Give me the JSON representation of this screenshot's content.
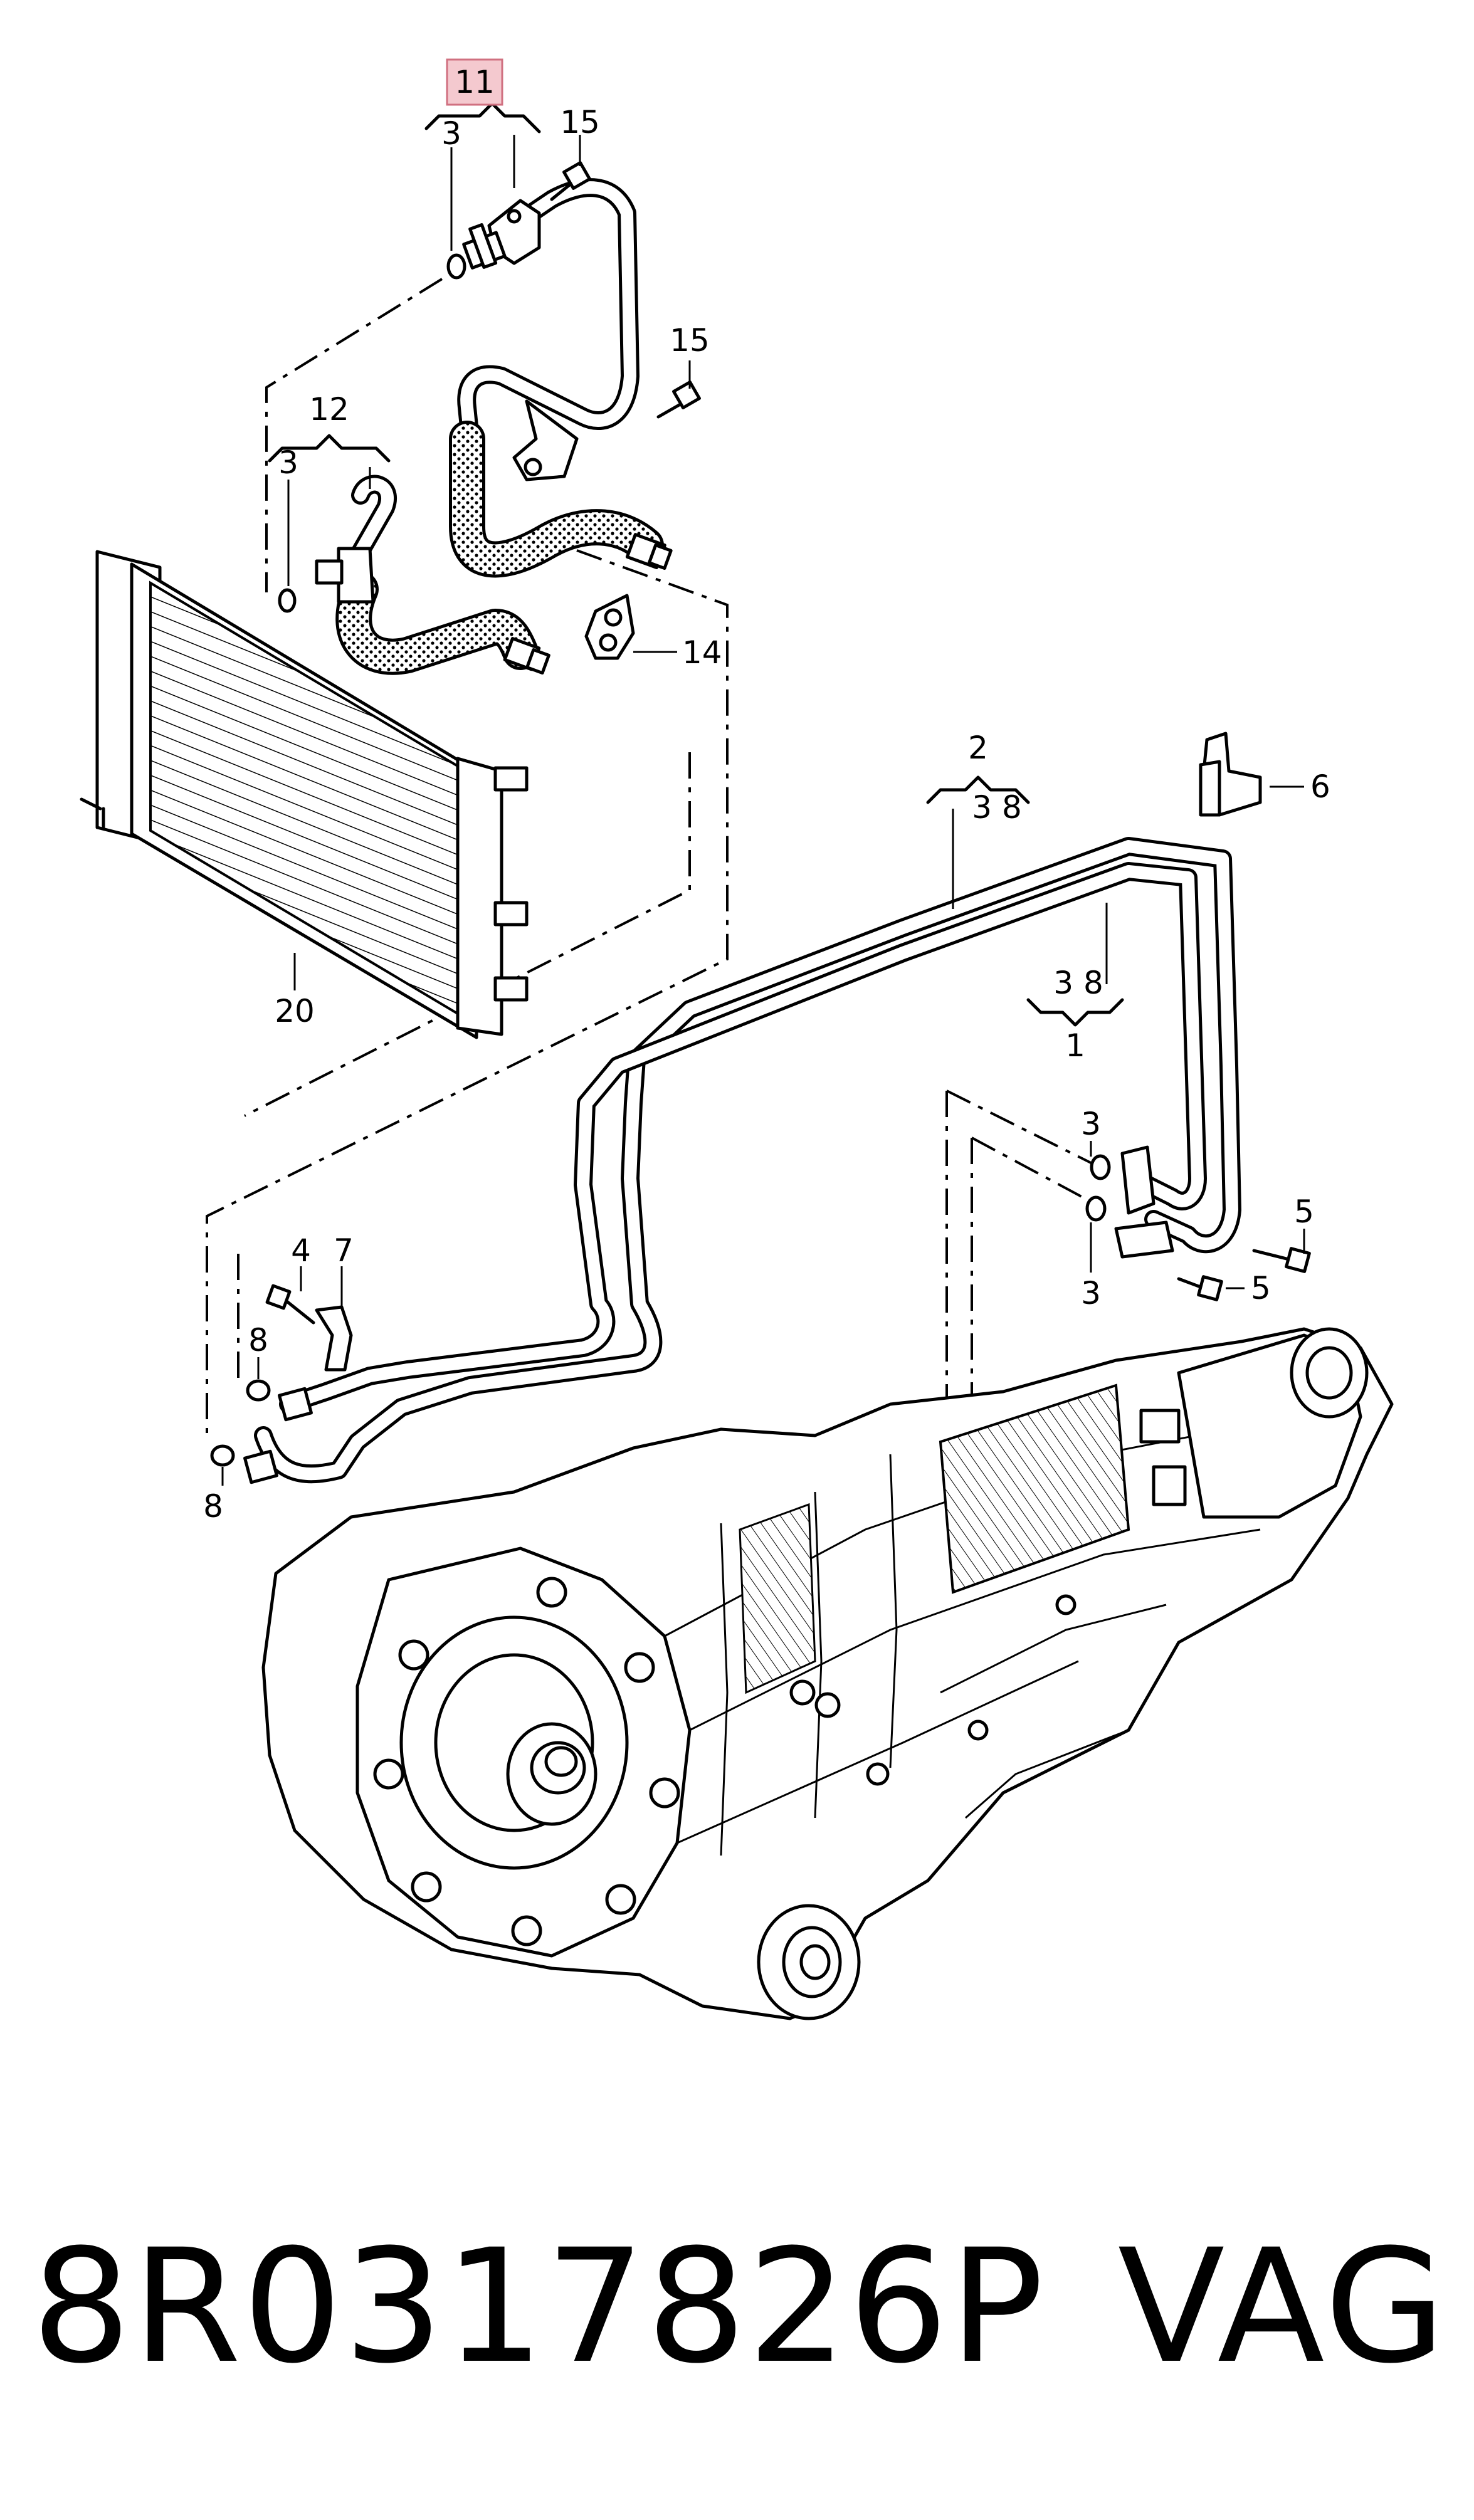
{
  "callouts": {
    "c11": "11",
    "c3_top": "3",
    "c15_a": "15",
    "c15_b": "15",
    "c12": "12",
    "c3_mid": "3",
    "c14": "14",
    "c20": "20",
    "c2": "2",
    "c2_sub": "3 8",
    "c6": "6",
    "c1_sub": "3 8",
    "c1": "1",
    "c3_right_a": "3",
    "c3_right_b": "3",
    "c5_a": "5",
    "c5_b": "5",
    "c4": "4",
    "c7": "7",
    "c8_a": "8",
    "c8_b": "8"
  },
  "highlight_color": "#f4c9cf",
  "footer": {
    "part_number": "8R0317826P",
    "brand": "VAG"
  }
}
